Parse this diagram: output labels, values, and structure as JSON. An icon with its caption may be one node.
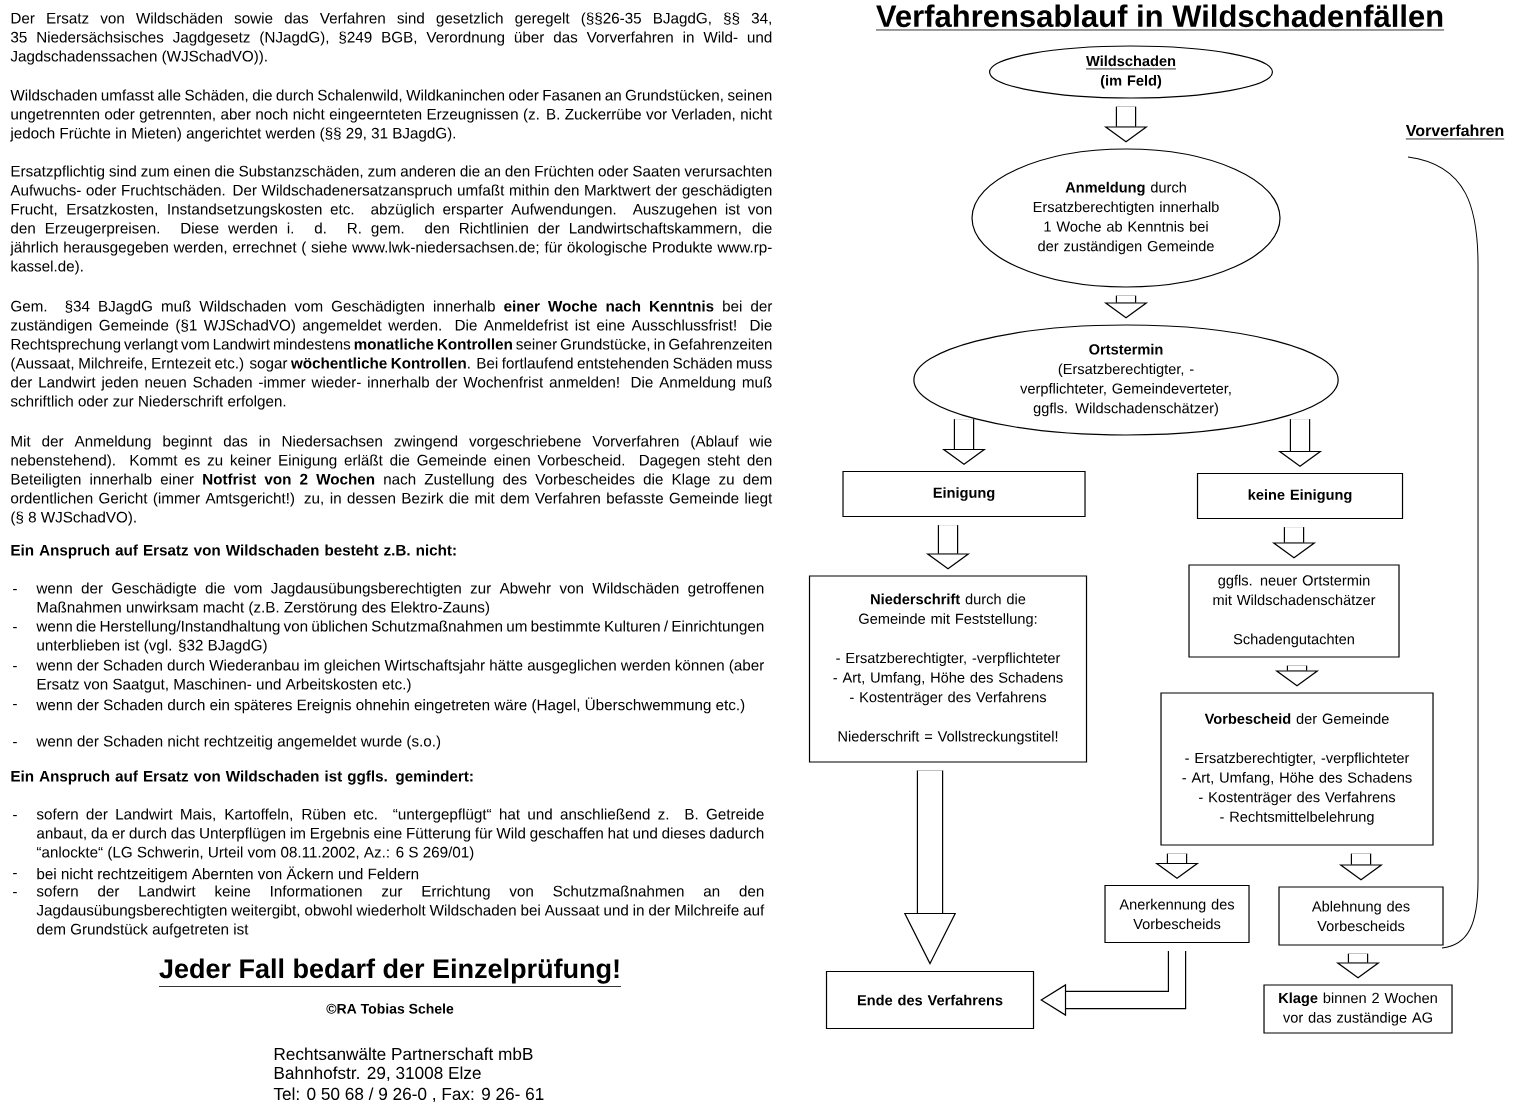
{
  "diagram": {
    "title": "Verfahrensablauf in Wildschadenfällen",
    "nodes": [
      {
        "text": [
          "Wildschaden",
          "(im Feld)"
        ]
      },
      {
        "text": [
          "**Anmeldung** durch Ersatzberechtigten innerhalb 1 Woche ab Kenntnis bei der zuständigen Gemeinde"
        ]
      },
      {
        "text": [
          "Ortstermin",
          "(Ersatzberechtigter, -verpflichteter, Gemeindeverteter, ggfls. Wildschadenschätzer)"
        ]
      },
      {
        "text": [
          "Einigung"
        ]
      },
      {
        "text": [
          "keine Einigung"
        ]
      },
      {
        "text": [
          "**Niederschrift** durch die Gemeinde mit Feststellung:",
          "- Ersatzberechtigter, -verpflichteter",
          "- Art, Umfang, Höhe des Schadens",
          "- Kostenträger des Verfahrens",
          "Niederschrift = Vollstreckungstitel!"
        ]
      },
      {
        "text": [
          "ggfls. neuer Ortstermin mit Wildschadenschätzer",
          "Schadengutachten"
        ]
      },
      {
        "text": [
          "**Vorbescheid** der Gemeinde",
          "- Ersatzberechtigter, -verpflichteter",
          "- Art, Umfang, Höhe des Schadens",
          "- Kostenträger des Verfahrens",
          "- Rechtsmittelbelehrung"
        ]
      },
      {
        "text": [
          "Anerkennung des Vorbescheids"
        ]
      },
      {
        "text": [
          "Ablehnung des Vorbescheids"
        ]
      },
      {
        "text": [
          "Ende des Verfahrens"
        ]
      },
      {
        "text": [
          "**Klage** binnen 2 Wochen vor das zuständige AG"
        ]
      }
    ],
    "edges": [
      {
        "from": 0,
        "to": 1,
        "arrow": "to"
      },
      {
        "from": 1,
        "to": 2,
        "arrow": "to"
      },
      {
        "from": 2,
        "to": 3,
        "arrow": "to"
      },
      {
        "from": 2,
        "to": 4,
        "arrow": "to"
      },
      {
        "from": 3,
        "to": 5,
        "arrow": "to"
      },
      {
        "from": 4,
        "to": 6,
        "arrow": "to"
      },
      {
        "from": 6,
        "to": 7,
        "arrow": "to"
      },
      {
        "from": 7,
        "to": 8,
        "arrow": "to"
      },
      {
        "from": 7,
        "to": 9,
        "arrow": "to"
      },
      {
        "from": 9,
        "to": 11,
        "arrow": "to"
      },
      {
        "from": 8,
        "to": 10,
        "arrow": "to"
      },
      {
        "from": 5,
        "to": 10,
        "arrow": "to"
      }
    ],
    "labels": [
      "Der Ersatz von Wildschäden sowie das Verfahren sind gesetzlich geregelt (§§26-35 BJagdG, §§ 34, 35 Niedersächsisches Jagdgesetz (NJagdG), §249 BGB, Verordnung über das Vorverfahren in Wild- und Jagdschadenssachen (WJSchadVO)).",
      "Wildschaden umfasst alle Schäden, die durch Schalenwild, Wildkaninchen oder Fasanen an Grundstücken, seinen ungetrennten oder getrennten, aber noch nicht eingeernteten Erzeugnissen (z. B. Zuckerrübe vor Verladen, nicht jedoch Früchte in Mieten) angerichtet werden (§§ 29, 31 BJagdG).",
      "Ersatzpflichtig sind zum einen die Substanzschäden, zum anderen die an den Früchten oder Saaten verursachten Aufwuchs- oder Fruchtschäden. Der Wildschadenersatzanspruch umfaßt mithin den Marktwert der geschädigten Frucht, Ersatzkosten, Instandsetzungskosten etc. abzüglich ersparter Aufwendungen. Auszugehen ist von den Erzeugerpreisen. Diese werden i. d. R. gem. den Richtlinien der Landwirtschaftskammern, die jährlich herausgegeben werden, errechnet ( siehe www.lwk-niedersachsen.de; für ökologische Produkte www.rp-kassel.de).",
      "Gem. §34 BJagdG muß Wildschaden vom Geschädigten innerhalb **einer Woche nach Kenntnis** bei der zuständigen Gemeinde (§1 WJSchadVO) angemeldet werden. Die Anmeldefrist ist eine Ausschlussfrist! Die Rechtsprechung verlangt vom Landwirt mindestens **monatliche Kontrollen** seiner Grundstücke, in Gefahrenzeiten (Aussaat, Milchreife, Erntezeit etc.) sogar **wöchentliche Kontrollen**. Bei fortlaufend entstehenden Schäden muss der Landwirt jeden neuen Schaden -immer wieder- innerhalb der Wochenfrist anmelden! Die Anmeldung muß schriftlich oder zur Niederschrift erfolgen.",
      "Mit der Anmeldung beginnt das in Niedersachsen zwingend vorgeschriebene Vorverfahren (Ablauf wie nebenstehend). Kommt es zu keiner Einigung erläßt die Gemeinde einen Vorbescheid. Dagegen steht den Beteiligten innerhalb einer **Notfrist von 2 Wochen** nach Zustellung des Vorbescheides die Klage zu dem ordentlichen Gericht (immer Amtsgericht!) zu, in dessen Bezirk die mit dem Verfahren befasste Gemeinde liegt (§ 8 WJSchadVO).",
      "Ein Anspruch auf Ersatz von Wildschaden besteht z.B. nicht:",
      "-",
      "wenn der Geschädigte die vom Jagdausübungsberechtigten zur Abwehr von Wildschäden getroffenen Maßnahmen unwirksam macht (z.B. Zerstörung des Elektro-Zauns)",
      "-",
      "wenn die Herstellung/Instandhaltung von üblichen Schutzmaßnahmen um bestimmte Kulturen / Einrichtungen unterblieben ist (vgl. §32 BJagdG)",
      "-",
      "wenn der Schaden durch Wiederanbau im gleichen Wirtschaftsjahr hätte ausgeglichen werden können (aber Ersatz von Saatgut, Maschinen- und Arbeitskosten etc.)",
      "-",
      "wenn der Schaden durch ein späteres Ereignis ohnehin eingetreten wäre (Hagel, Überschwemmung etc.)",
      "-",
      "wenn der Schaden nicht rechtzeitig angemeldet wurde (s.o.)",
      "Ein Anspruch auf Ersatz von Wildschaden ist ggfls. gemindert:",
      "-",
      "sofern der Landwirt Mais, Kartoffeln, Rüben etc. “untergepflügt“ hat und anschließend z. B. Getreide anbaut, da er durch das Unterpflügen im Ergebnis eine Fütterung für Wild geschaffen hat und dieses dadurch “anlockte“ (LG Schwerin, Urteil vom 08.11.2002, Az.: 6 S 269/01)",
      "-",
      "bei nicht rechtzeitigem Abernten von Äckern und Feldern",
      "-",
      "sofern der Landwirt keine Informationen zur Errichtung von Schutzmaßnahmen an den Jagdausübungsberechtigten weitergibt, obwohl wiederholt Wildschaden bei Aussaat und in der Milchreife auf dem Grundstück aufgetreten ist",
      "Jeder Fall bedarf der Einzelprüfung!",
      "©RA Tobias Schele",
      "Rechtsanwälte Partnerschaft mbB",
      "Bahnhofstr. 29, 31008 Elze",
      "Tel: 0 50 68 / 9 26-0 , Fax: 9 26- 61",
      "Vorverfahren"
    ]
  }
}
